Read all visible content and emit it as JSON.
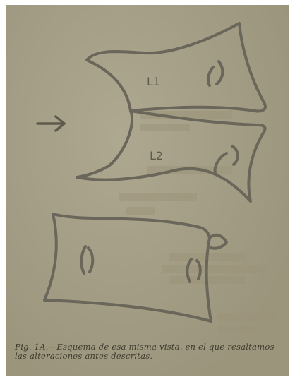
{
  "figure": {
    "labels": {
      "upper_vertebra": "L1",
      "lower_vertebra": "L2"
    },
    "caption": "Fig. 1A.—Esquema de esa misma vista, en el que resaltamos las alteraciones antes descritas."
  },
  "colors": {
    "paper": "#a59e84",
    "ink": "#6a665a",
    "caption_text": "#3f3a2c"
  }
}
